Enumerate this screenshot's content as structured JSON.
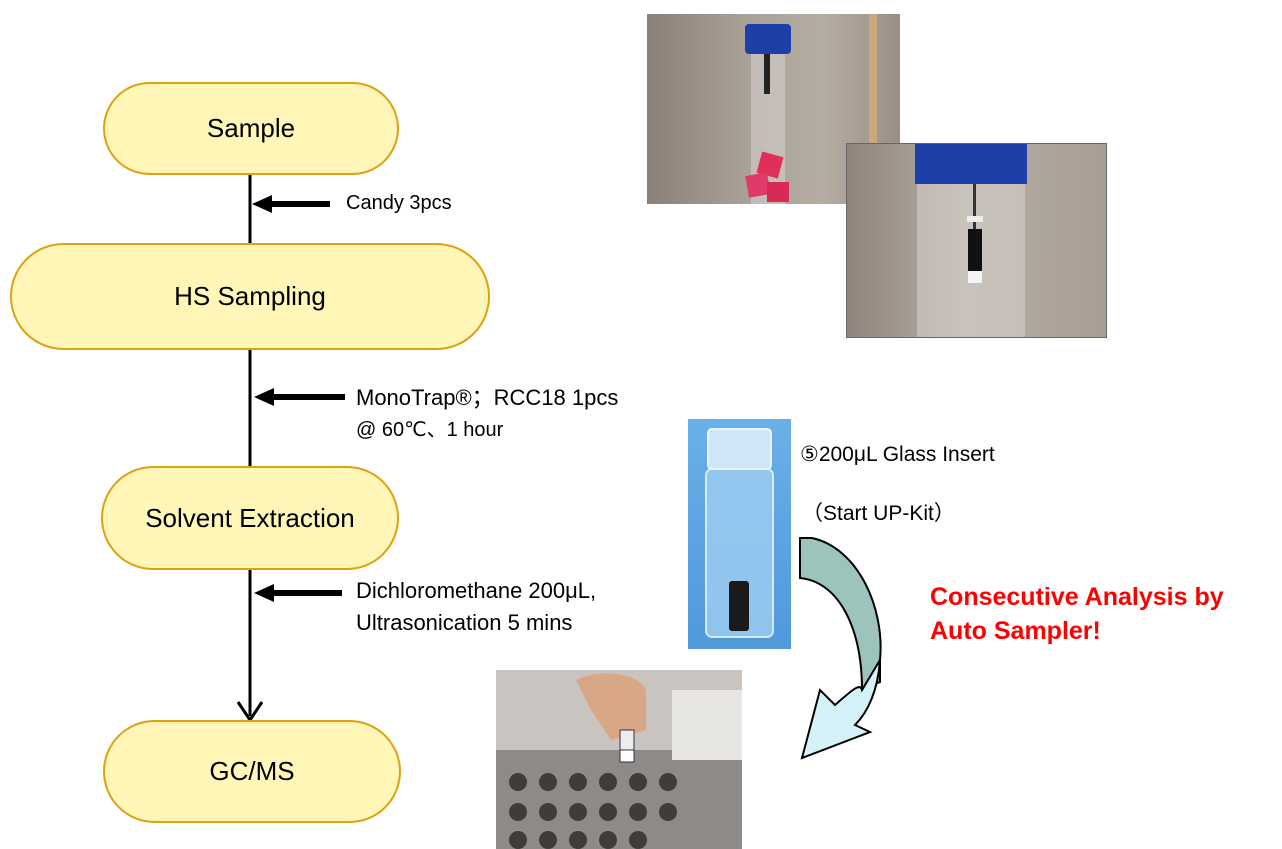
{
  "flow": {
    "nodes": [
      {
        "label": "Sample"
      },
      {
        "label": "HS Sampling"
      },
      {
        "label": "Solvent Extraction"
      },
      {
        "label": "GC/MS"
      }
    ],
    "steps": [
      {
        "lines": [
          "Candy  3pcs"
        ]
      },
      {
        "lines": [
          "MonoTrap®；RCC18  1pcs",
          "@ 60℃、1 hour"
        ]
      },
      {
        "lines": [
          "Dichloromethane  200μL,",
          "Ultrasonication 5 mins"
        ]
      }
    ]
  },
  "insert": {
    "caption": "⑤200μL Glass Insert",
    "kit": "（Start UP-Kit）"
  },
  "note": {
    "line1": "Consecutive Analysis by",
    "line2": "Auto Sampler!",
    "color": "#ff0000"
  },
  "colors": {
    "node_fill": "#fff6b8",
    "node_border": "#e0a010",
    "arrow_fill": "#d5f2f8",
    "arrow_dark": "#9cc4bc"
  }
}
